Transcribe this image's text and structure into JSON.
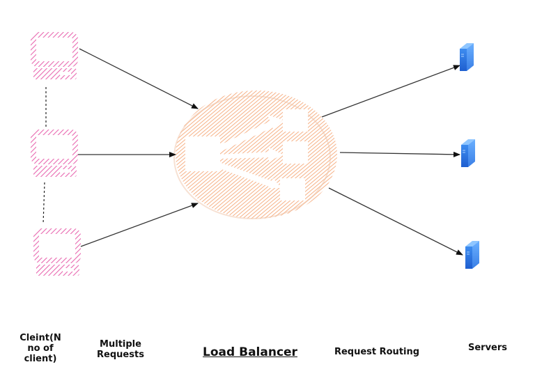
{
  "diagram": {
    "title": "Load Balancer",
    "colors": {
      "client": "#e868b0",
      "load_balancer": "#f5a878",
      "server": "#2f7fe0",
      "arrow": "#333333"
    },
    "clients": [
      {
        "id": "client-1",
        "icon": "laptop-icon"
      },
      {
        "id": "client-2",
        "icon": "laptop-icon"
      },
      {
        "id": "client-3",
        "icon": "laptop-icon"
      }
    ],
    "servers": [
      {
        "id": "server-1",
        "icon": "server-icon"
      },
      {
        "id": "server-2",
        "icon": "server-icon"
      },
      {
        "id": "server-3",
        "icon": "server-icon"
      }
    ],
    "load_balancer_icon": "network-distribution-icon"
  },
  "labels": {
    "clients": "Cleint(N no of client)",
    "clients_line1": "Cleint(N",
    "clients_line2": "no of",
    "clients_line3": "client)",
    "requests_line1": "Multiple",
    "requests_line2": "Requests",
    "load_balancer": "Load Balancer",
    "routing": "Request Routing",
    "servers": "Servers"
  }
}
